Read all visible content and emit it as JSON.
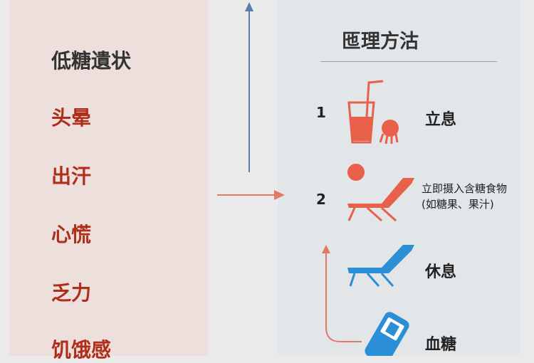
{
  "symptoms": {
    "title": "低糖遺状",
    "items": [
      "头晕",
      "出汗",
      "心慌",
      "乏力",
      "饥饿感"
    ]
  },
  "methods": {
    "title": "匜理方沽",
    "steps": [
      {
        "number": "1",
        "label": "立息",
        "icon": "juice-glass-icon"
      },
      {
        "number": "2",
        "label": "立即摄入含糖食物",
        "note": "(如糖果、果汁)",
        "icon": "lounge-chair-icon"
      }
    ],
    "extra": [
      {
        "label": "休息",
        "icon": "lounge-chair-blue-icon"
      },
      {
        "label": "血糖",
        "icon": "glucose-meter-icon"
      }
    ]
  },
  "colors": {
    "red": "#b02d1a",
    "orange": "#e8604a",
    "blue": "#2a8fd6",
    "arrow_blue": "#5b7ea6"
  }
}
